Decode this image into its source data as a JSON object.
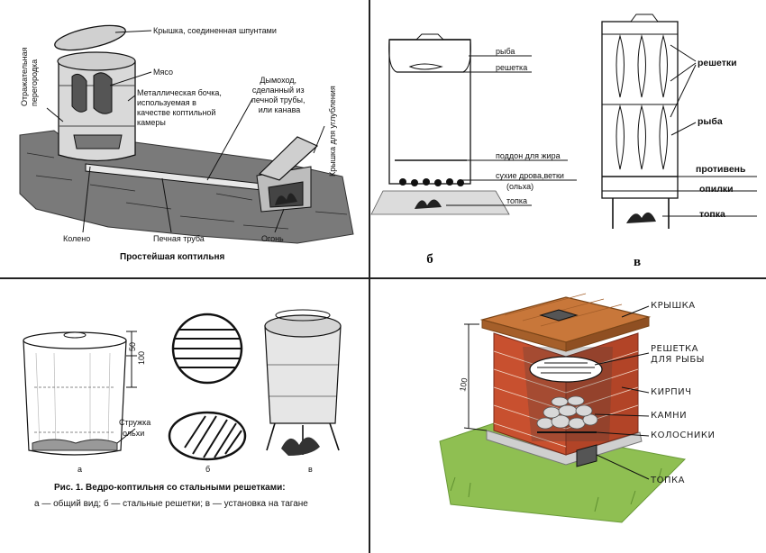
{
  "panel1": {
    "lid_label": "Крышка, соединенная шпунтами",
    "meat_label": "Мясо",
    "barrel_label": [
      "Металлическая бочка,",
      "используемая в",
      "качестве коптильной",
      "камеры"
    ],
    "chimney_label": [
      "Дымоход,",
      "сделанный из",
      "печной трубы,",
      "или канава"
    ],
    "reflector_label": [
      "Отражательная",
      "перегородка"
    ],
    "pit_lid_label": "Крышка для углубления",
    "elbow_label": "Колено",
    "pipe_label": "Печная труба",
    "fire_label": "Огонь",
    "caption": "Простейшая коптильня"
  },
  "panel2": {
    "fish_label": "рыба",
    "grate_label": "решетка",
    "tray_label": "поддон для жира",
    "wood_label": [
      "сухие дрова,ветки",
      "(ольха)"
    ],
    "firebox_label": "топка",
    "letter_b": "б",
    "grates_label": "решетки",
    "fish_label_v": "рыба",
    "pan_label": "противень",
    "sawdust_label": "опилки",
    "firebox_label_v": "топка",
    "letter_v": "в"
  },
  "panel3": {
    "dim_50": "50",
    "dim_100": "100",
    "chips_label": [
      "Стружка",
      "ольхи"
    ],
    "letter_a": "а",
    "letter_b": "б",
    "letter_v": "в",
    "caption_title": "Рис. 1. Ведро-коптильня со стальными решетками:",
    "caption_text": "а — общий вид; б — стальные решетки; в — установка на тагане"
  },
  "panel4": {
    "lid_label": "КРЫШКА",
    "grate_label": [
      "РЕШЕТКА",
      "ДЛЯ РЫБЫ"
    ],
    "brick_label": "КИРПИЧ",
    "stones_label": "КАМНИ",
    "grill_label": "КОЛОСНИКИ",
    "firebox_label": "ТОПКА",
    "height_label": "100"
  },
  "colors": {
    "ink": "#111111",
    "brick": "#c8502f",
    "brick_dark": "#a03a22",
    "wood_lid": "#c8773a",
    "grass": "#8fbf52",
    "ground": "#6d6d6d"
  }
}
